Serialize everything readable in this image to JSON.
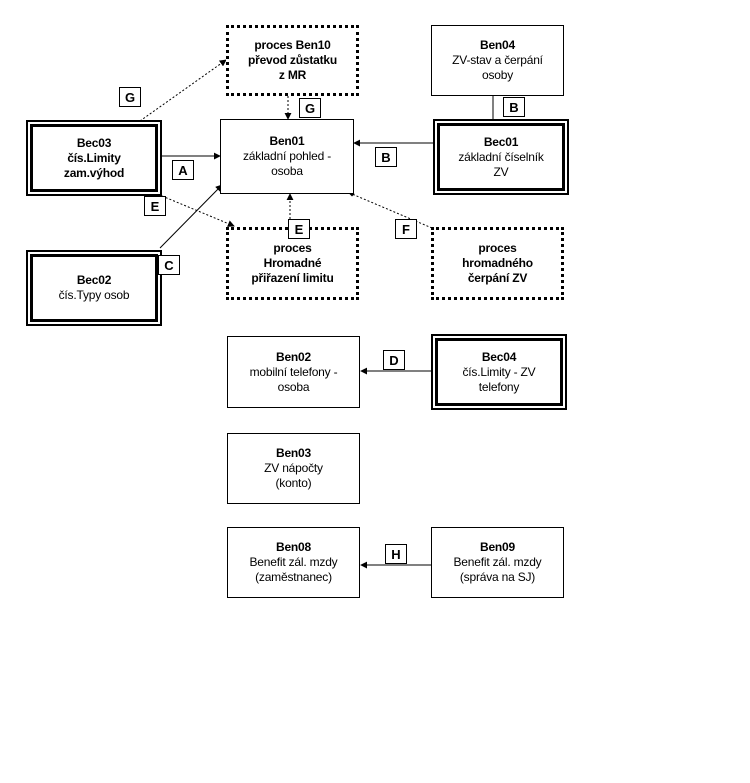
{
  "nodes": {
    "ben10": {
      "lines": [
        "proces Ben10",
        "převod zůstatku",
        "z MR"
      ]
    },
    "ben04": {
      "lines": [
        "Ben04",
        "ZV-stav  a čerpání",
        "osoby"
      ]
    },
    "bec03": {
      "lines": [
        "Bec03",
        "čís.Limity",
        "zam.výhod"
      ]
    },
    "ben01": {
      "lines": [
        "Ben01",
        "základní pohled  -",
        "osoba"
      ]
    },
    "bec01": {
      "lines": [
        "Bec01",
        "základní číselník",
        "ZV"
      ]
    },
    "bec02": {
      "lines": [
        "Bec02",
        "čís.Typy osob"
      ]
    },
    "proc_hrom_limit": {
      "lines": [
        "proces",
        "Hromadné",
        "přiřazení limitu"
      ]
    },
    "proc_hrom_cerp": {
      "lines": [
        "proces",
        "hromadného",
        "čerpání ZV"
      ]
    },
    "ben02": {
      "lines": [
        "Ben02",
        "mobilní telefony  -",
        "osoba"
      ]
    },
    "bec04": {
      "lines": [
        "Bec04",
        "čís.Limity  - ZV",
        "telefony"
      ]
    },
    "ben03": {
      "lines": [
        "Ben03",
        "ZV nápočty",
        "(konto)"
      ]
    },
    "ben08": {
      "lines": [
        "Ben08",
        "Benefit  zál. mzdy",
        "(zaměstnanec)"
      ]
    },
    "ben09": {
      "lines": [
        "Ben09",
        "Benefit  zál. mzdy",
        "(správa  na SJ)"
      ]
    }
  },
  "tags": {
    "g1": "G",
    "g2": "G",
    "a": "A",
    "b1": "B",
    "b2": "B",
    "e1": "E",
    "e2": "E",
    "c": "C",
    "f": "F",
    "d": "D",
    "h": "H"
  }
}
